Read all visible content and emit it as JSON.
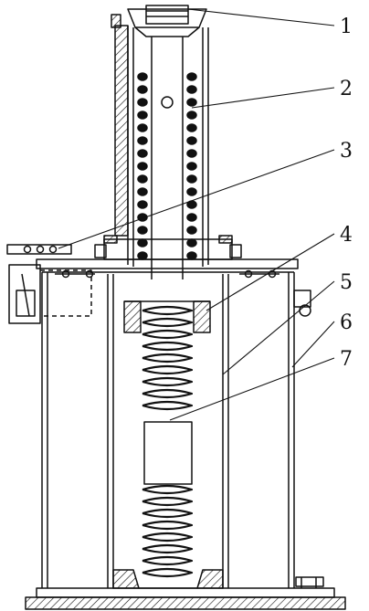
{
  "diagram": {
    "kind": "mechanical cross-section drawing",
    "colors": {
      "line": "#111111",
      "background": "#ffffff"
    },
    "callouts": [
      {
        "id": "1",
        "label": "1"
      },
      {
        "id": "2",
        "label": "2"
      },
      {
        "id": "3",
        "label": "3"
      },
      {
        "id": "4",
        "label": "4"
      },
      {
        "id": "5",
        "label": "5"
      },
      {
        "id": "6",
        "label": "6"
      },
      {
        "id": "7",
        "label": "7"
      }
    ]
  }
}
